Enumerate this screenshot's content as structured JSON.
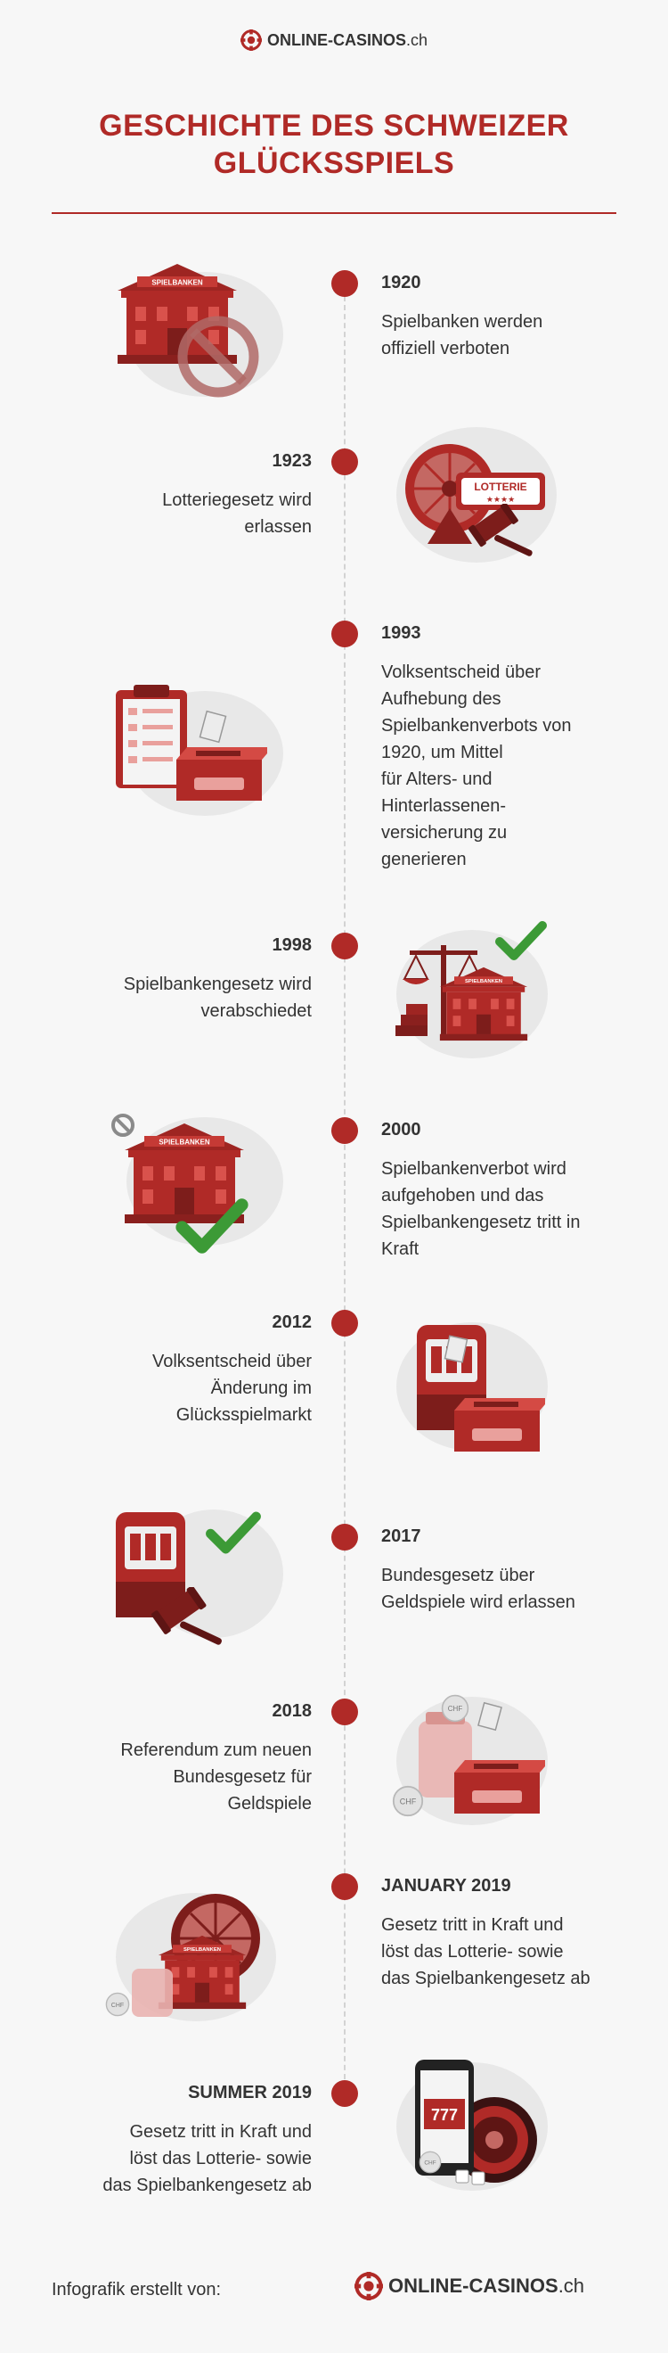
{
  "brand": {
    "name": "ONLINE-CASINOS",
    "domain": ".ch",
    "color": "#b02a27"
  },
  "title": "GESCHICHTE DES SCHWEIZER GLÜCKSSPIELS",
  "events": [
    {
      "year": "1920",
      "text": "Spielbanken werden\noffiziell verboten",
      "icon": "casino-building-prohibited-icon"
    },
    {
      "year": "1923",
      "text": "Lotteriegesetz wird\nerlassen",
      "icon": "lottery-wheel-gavel-icon"
    },
    {
      "year": "1993",
      "text": "Volksentscheid über\nAufhebung des\nSpielbankenverbots von\n1920, um Mittel\nfür Alters- und\nHinterlassenen-\nversicherung zu\ngenerieren",
      "icon": "clipboard-ballot-box-icon"
    },
    {
      "year": "1998",
      "text": "Spielbankengesetz wird\nverabschiedet",
      "icon": "scales-casino-check-icon"
    },
    {
      "year": "2000",
      "text": "Spielbankenverbot wird\naufgehoben und das\nSpielbankengesetz tritt in\nKraft",
      "icon": "casino-building-check-icon"
    },
    {
      "year": "2012",
      "text": "Volksentscheid über\nÄnderung im\nGlücksspielmarkt",
      "icon": "slot-machine-ballot-icon"
    },
    {
      "year": "2017",
      "text": "Bundesgesetz über\nGeldspiele wird erlassen",
      "icon": "slot-machine-gavel-check-icon"
    },
    {
      "year": "2018",
      "text": "Referendum zum neuen\nBundesgesetz für\nGeldspiele",
      "icon": "coin-jar-ballot-icon"
    },
    {
      "year": "JANUARY 2019",
      "text": "Gesetz tritt in Kraft und\nlöst das Lotterie- sowie\ndas Spielbankengesetz ab",
      "icon": "casino-wheel-coins-icon"
    },
    {
      "year": "SUMMER 2019",
      "text": "Gesetz tritt in Kraft und\nlöst das Lotterie- sowie\ndas Spielbankengesetz ab",
      "icon": "smartphone-slots-roulette-icon"
    }
  ],
  "footer": {
    "text": "Infografik erstellt von:"
  }
}
